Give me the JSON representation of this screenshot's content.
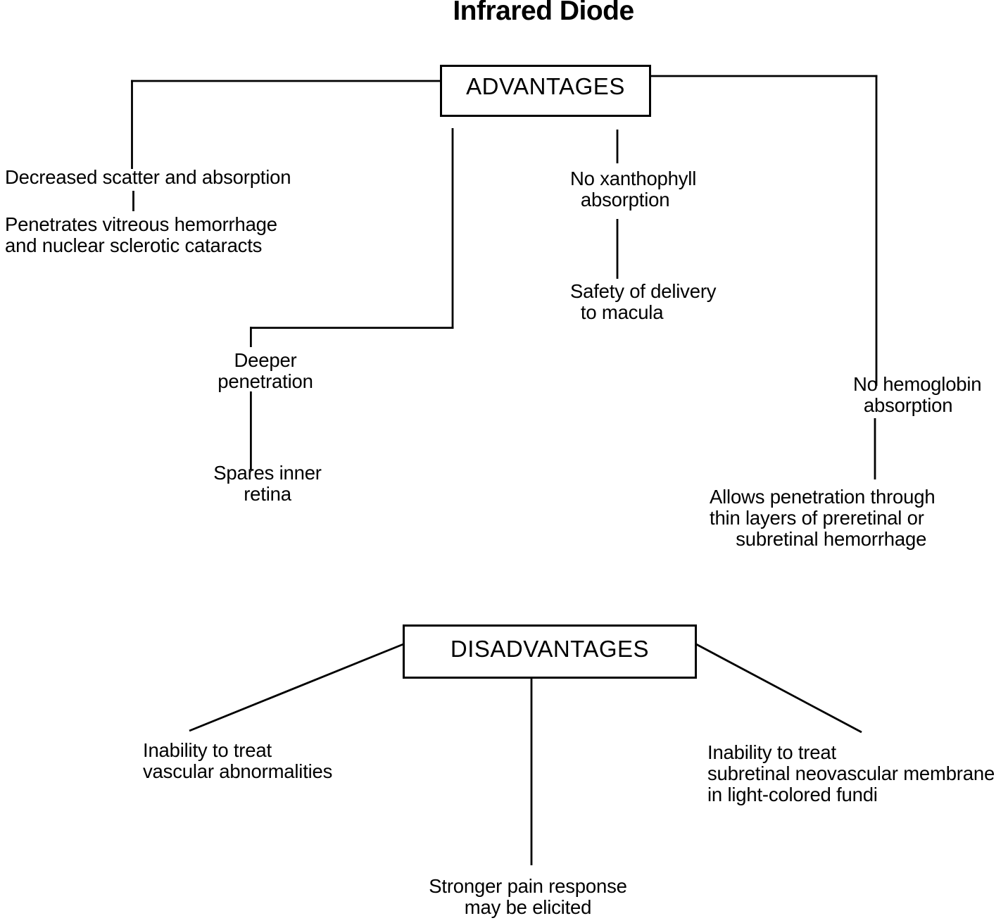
{
  "title": "Infrared Diode",
  "colors": {
    "ink": "#000000",
    "background": "#ffffff"
  },
  "advantages": {
    "label": "ADVANTAGES",
    "items": {
      "scatter": "Decreased scatter and absorption",
      "penetrates": "Penetrates vitreous hemorrhage\nand nuclear sclerotic cataracts",
      "deeper": "Deeper\npenetration",
      "spares": "Spares inner\nretina",
      "xanthophyll": "No xanthophyll\n  absorption",
      "safety": "Safety of delivery\n  to macula",
      "hemoglobin": "No hemoglobin\n  absorption",
      "allows": "Allows penetration through\nthin layers of preretinal or\n     subretinal hemorrhage"
    }
  },
  "disadvantages": {
    "label": "DISADVANTAGES",
    "items": {
      "vascular": "Inability to treat\nvascular abnormalities",
      "pain": "Stronger pain response\nmay be elicited",
      "subretinal": "Inability to treat\nsubretinal neovascular membrane\nin light-colored fundi"
    }
  }
}
